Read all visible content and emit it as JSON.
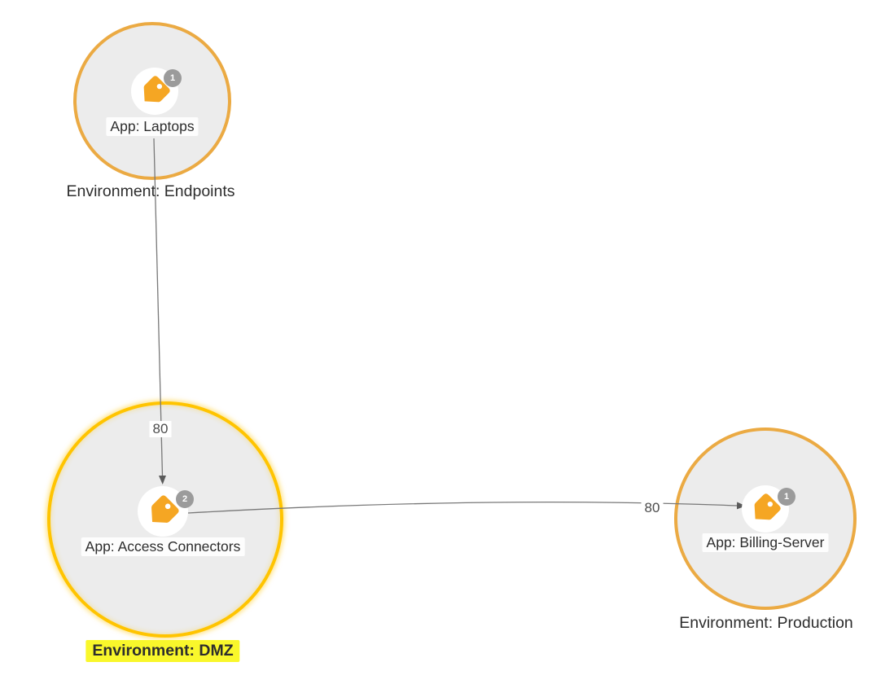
{
  "diagram": {
    "type": "application-dependency-map",
    "background": "#ffffff"
  },
  "nodes": [
    {
      "app_label": "App: Laptops",
      "environment_label": "Environment: Endpoints",
      "badge_count": "1",
      "icon": "tag-icon",
      "highlighted": false
    },
    {
      "app_label": "App: Access Connectors",
      "environment_label": "Environment: DMZ",
      "badge_count": "2",
      "icon": "tag-icon",
      "highlighted": true
    },
    {
      "app_label": "App: Billing-Server",
      "environment_label": "Environment: Production",
      "badge_count": "1",
      "icon": "tag-icon",
      "highlighted": false
    }
  ],
  "edges": [
    {
      "from": "App: Laptops",
      "to": "App: Access Connectors",
      "port": "80"
    },
    {
      "from": "App: Access Connectors",
      "to": "App: Billing-Server",
      "port": "80"
    }
  ],
  "colors": {
    "node_fill": "#ececec",
    "node_border": "#ebaa43",
    "node_border_selected": "#ffc400",
    "tag_icon": "#f5a623",
    "badge": "#9b9b9b",
    "edge": "#787878",
    "arrowhead": "#5a5a5a",
    "highlight_bg": "#f9f72b",
    "text": "#2d2d2d",
    "port_text": "#4c4c4c"
  }
}
